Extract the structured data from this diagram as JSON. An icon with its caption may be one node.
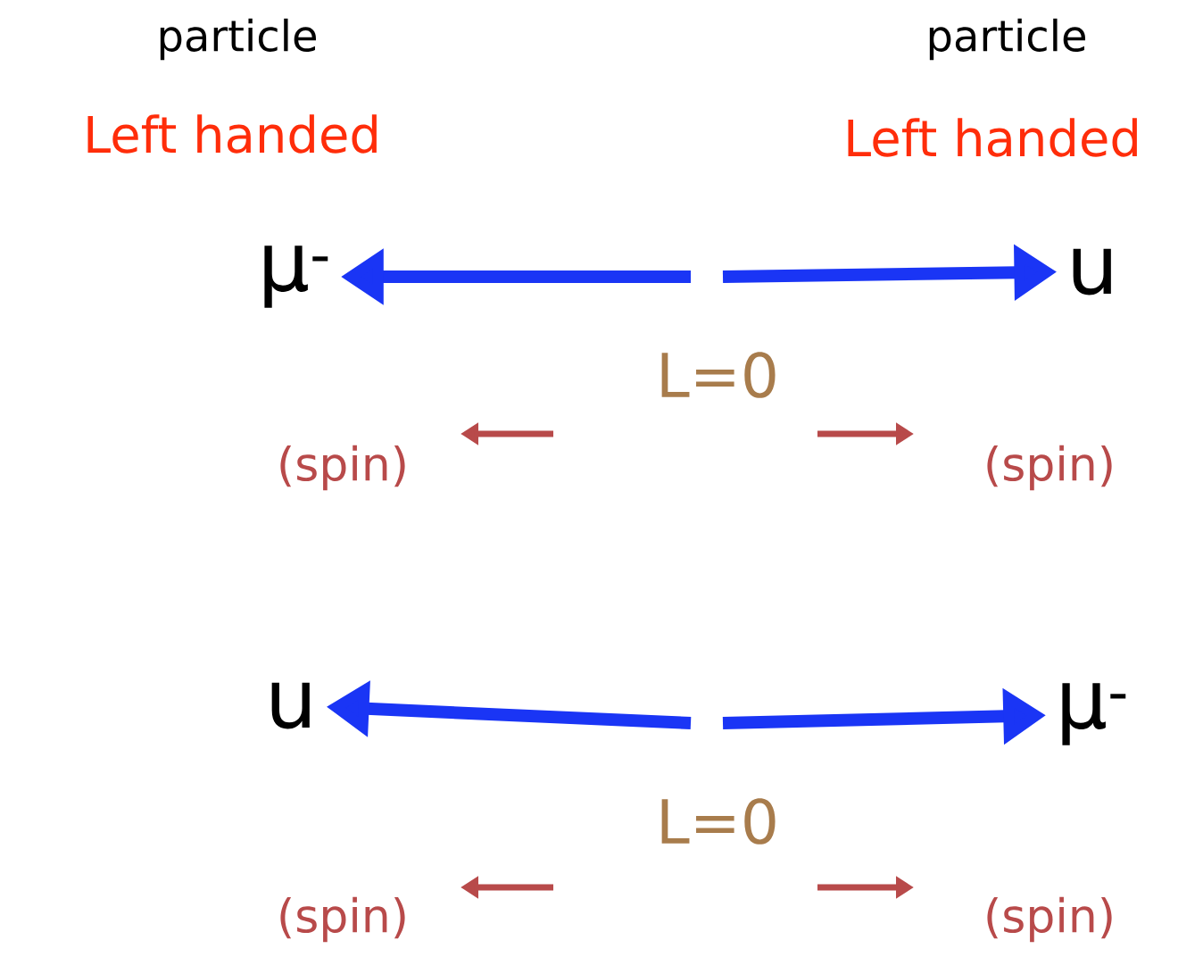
{
  "diagram": {
    "nodes": [
      {
        "text": [
          "μ$^{-}$"
        ]
      },
      {
        "text": [
          "u"
        ]
      },
      {
        "text": [
          "u"
        ]
      },
      {
        "text": [
          "μ$^{-}$"
        ]
      }
    ],
    "edges": [
      {
        "from": null,
        "to": 0,
        "arrow": "to"
      },
      {
        "from": null,
        "to": 1,
        "arrow": "to"
      },
      {
        "from": null,
        "to": 2,
        "arrow": "to"
      },
      {
        "from": null,
        "to": 3,
        "arrow": "to"
      }
    ],
    "labels": [
      "particle",
      "particle",
      "Left handed",
      "Left handed",
      "L=0",
      "(spin)",
      "(spin)",
      "L=0",
      "(spin)",
      "(spin)"
    ]
  }
}
